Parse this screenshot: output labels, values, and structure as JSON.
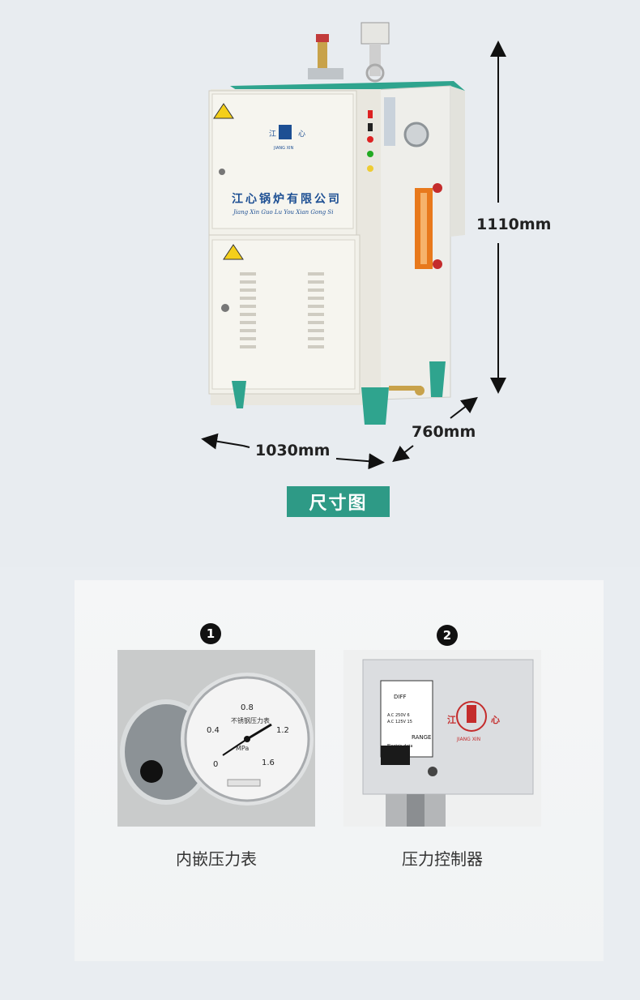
{
  "dimensions": {
    "height": "1110mm",
    "width": "1030mm",
    "depth": "760mm"
  },
  "machine": {
    "brand_cn": "江心锅炉有限公司",
    "brand_pinyin": "Jiang Xin Guo Lu You Xian Gong Si",
    "logo_left": "江",
    "logo_right": "心",
    "logo_sub": "JIANG XIN"
  },
  "section_title": "尺寸图",
  "components": [
    {
      "number": "1",
      "label": "内嵌压力表",
      "gauge": {
        "ticks": [
          "0",
          "0.4",
          "0.8",
          "1.2",
          "1.6"
        ],
        "unit": "MPa",
        "brand": "不锈钢压力表"
      }
    },
    {
      "number": "2",
      "label": "压力控制器",
      "controller": {
        "diff": "DIFF",
        "range": "RANGE",
        "electric": "Electric data",
        "ac1": "A.C 250V 6",
        "ac2": "A.C 125V 15",
        "logo_left": "江",
        "logo_right": "心",
        "logo_sub": "JIANG XIN"
      }
    }
  ],
  "colors": {
    "badge": "#2e9a86",
    "cabinet": "#f0efe9",
    "teal": "#2fa48e",
    "orange": "#e8791c"
  }
}
